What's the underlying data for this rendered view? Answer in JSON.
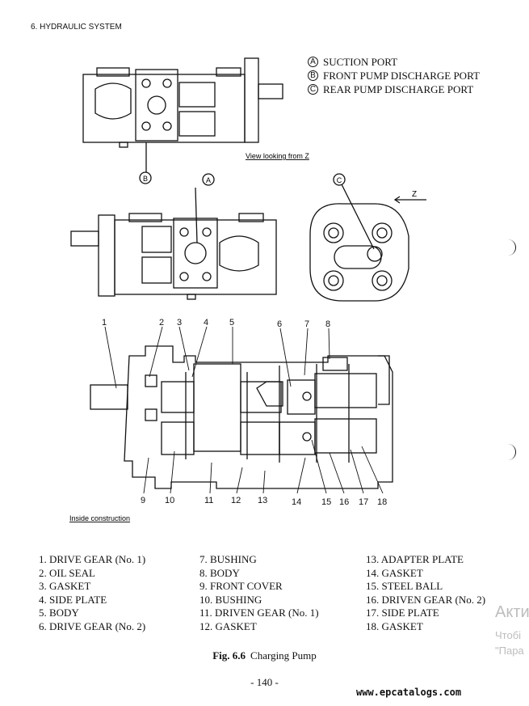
{
  "header": "6. HYDRAULIC SYSTEM",
  "ports": [
    {
      "letter": "A",
      "label": "SUCTION PORT"
    },
    {
      "letter": "B",
      "label": "FRONT PUMP DISCHARGE PORT"
    },
    {
      "letter": "C",
      "label": "REAR PUMP DISCHARGE PORT"
    }
  ],
  "view_note": "View looking from Z",
  "z_label": "Z",
  "callout_numbers": [
    "1",
    "2",
    "3",
    "4",
    "5",
    "6",
    "7",
    "8",
    "9",
    "10",
    "11",
    "12",
    "13",
    "14",
    "15",
    "16",
    "17",
    "18"
  ],
  "inside_label": "Inside construction",
  "parts_col1": [
    "1. DRIVE GEAR (No. 1)",
    "2. OIL SEAL",
    "3. GASKET",
    "4. SIDE PLATE",
    "5. BODY",
    "6. DRIVE GEAR (No. 2)"
  ],
  "parts_col2": [
    "7. BUSHING",
    "8. BODY",
    "9. FRONT COVER",
    "10. BUSHING",
    "11. DRIVEN GEAR (No. 1)",
    "12. GASKET"
  ],
  "parts_col3": [
    "13. ADAPTER PLATE",
    "14. GASKET",
    "15. STEEL BALL",
    "16. DRIVEN GEAR (No. 2)",
    "17. SIDE PLATE",
    "18. GASKET"
  ],
  "figure": {
    "number": "Fig. 6.6",
    "caption": "Charging Pump"
  },
  "page_number": "- 140 -",
  "watermark": {
    "line1": "Акти",
    "line2": "Чтобі",
    "line3": "\"Пара"
  },
  "site_url": "www.epcatalogs.com"
}
